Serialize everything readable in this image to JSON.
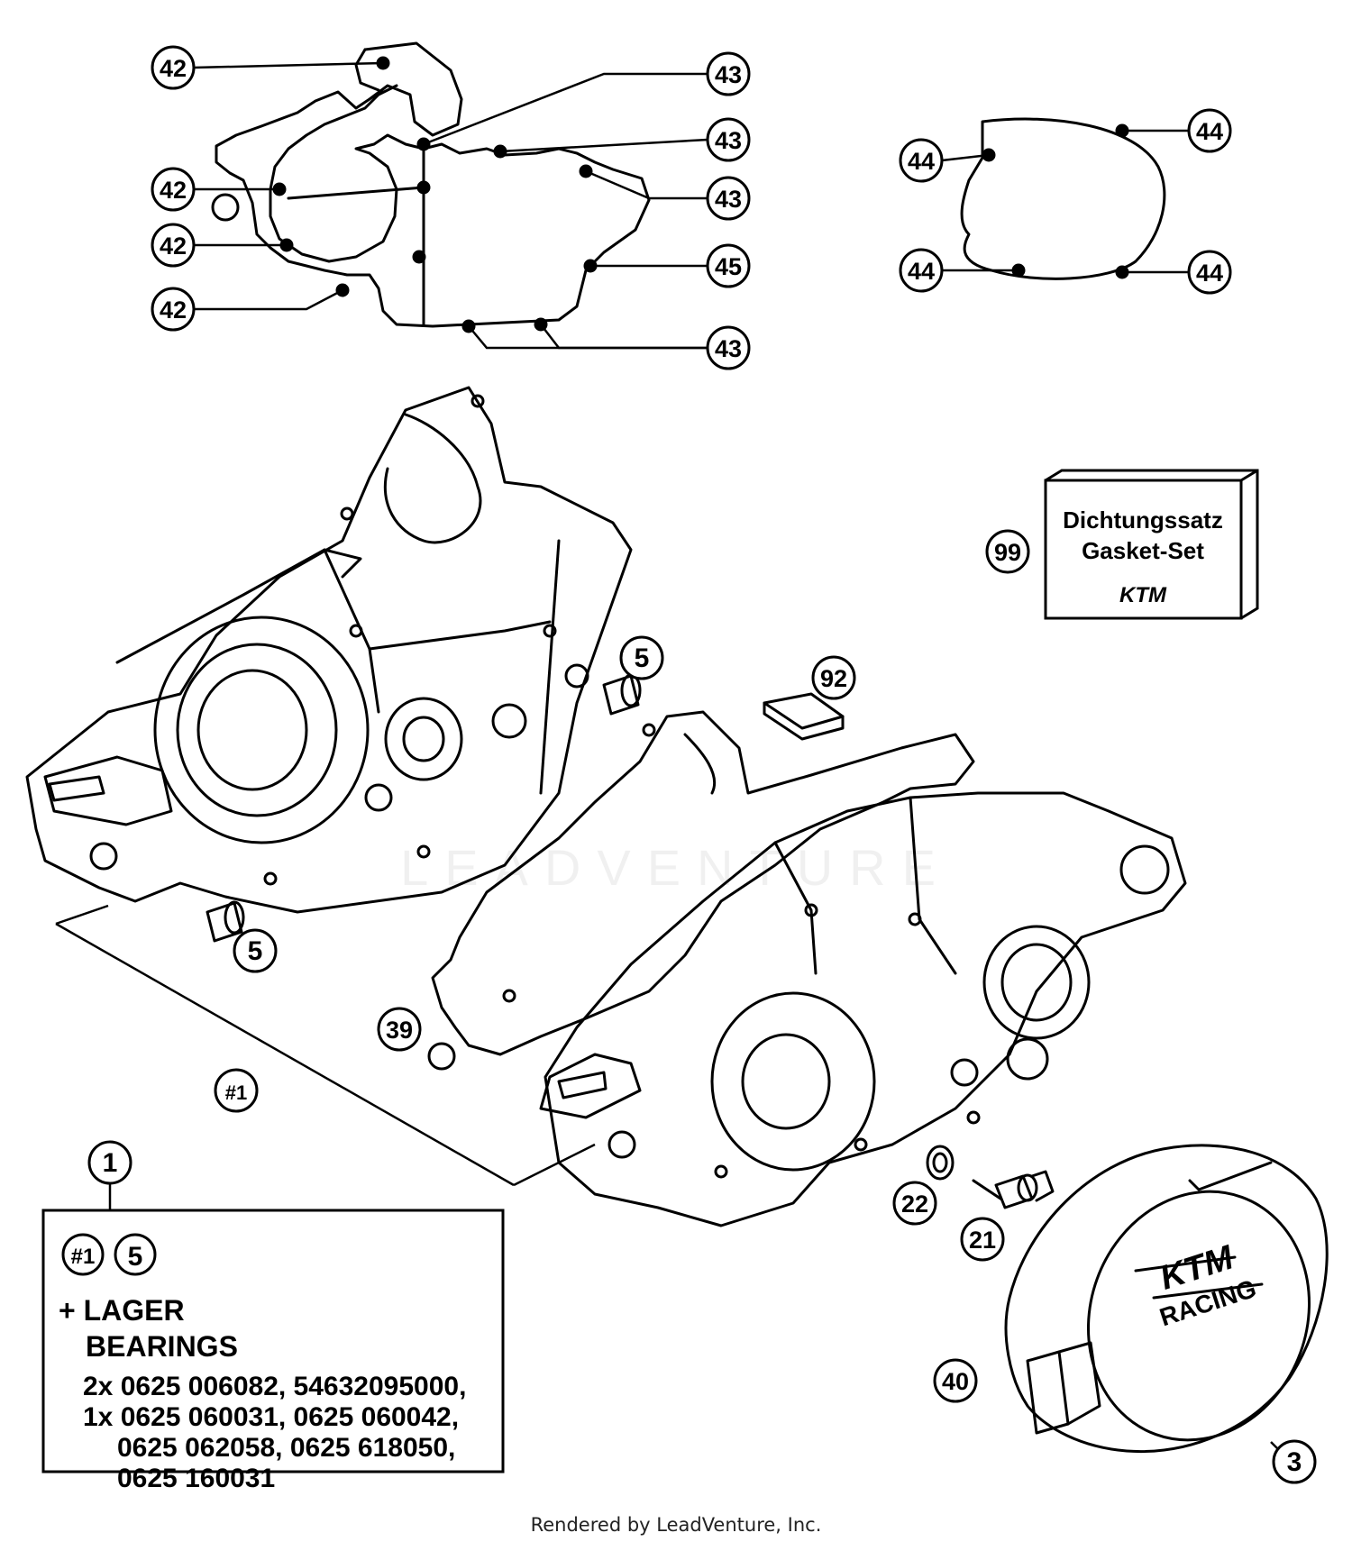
{
  "callouts": [
    {
      "id": "c42a",
      "label": "42"
    },
    {
      "id": "c42b",
      "label": "42"
    },
    {
      "id": "c42c",
      "label": "42"
    },
    {
      "id": "c42d",
      "label": "42"
    },
    {
      "id": "c43a",
      "label": "43"
    },
    {
      "id": "c43b",
      "label": "43"
    },
    {
      "id": "c43c",
      "label": "43"
    },
    {
      "id": "c43d",
      "label": "43"
    },
    {
      "id": "c45",
      "label": "45"
    },
    {
      "id": "c44a",
      "label": "44"
    },
    {
      "id": "c44b",
      "label": "44"
    },
    {
      "id": "c44c",
      "label": "44"
    },
    {
      "id": "c44d",
      "label": "44"
    },
    {
      "id": "c99",
      "label": "99"
    },
    {
      "id": "c5a",
      "label": "5"
    },
    {
      "id": "c92",
      "label": "92"
    },
    {
      "id": "c5b",
      "label": "5"
    },
    {
      "id": "c39",
      "label": "39"
    },
    {
      "id": "c1h",
      "label": "#1"
    },
    {
      "id": "c1",
      "label": "1"
    },
    {
      "id": "c22",
      "label": "22"
    },
    {
      "id": "c21",
      "label": "21"
    },
    {
      "id": "c40",
      "label": "40"
    },
    {
      "id": "c3",
      "label": "3"
    }
  ],
  "gasket_kit": {
    "line1": "Dichtungssatz",
    "line2": "Gasket-Set",
    "logo": "KTM"
  },
  "cover_badge": {
    "line1": "KTM",
    "line2": "RACING"
  },
  "parts_box": {
    "ref1": "#1",
    "ref2": "5",
    "lines": [
      "+ LAGER",
      "BEARINGS",
      "2x 0625 006082, 54632095000,",
      "1x 0625 060031, 0625 060042,",
      "0625 062058, 0625 618050,",
      "0625 160031"
    ]
  },
  "watermark": "LEADVENTURE",
  "footer": "Rendered by LeadVenture, Inc."
}
